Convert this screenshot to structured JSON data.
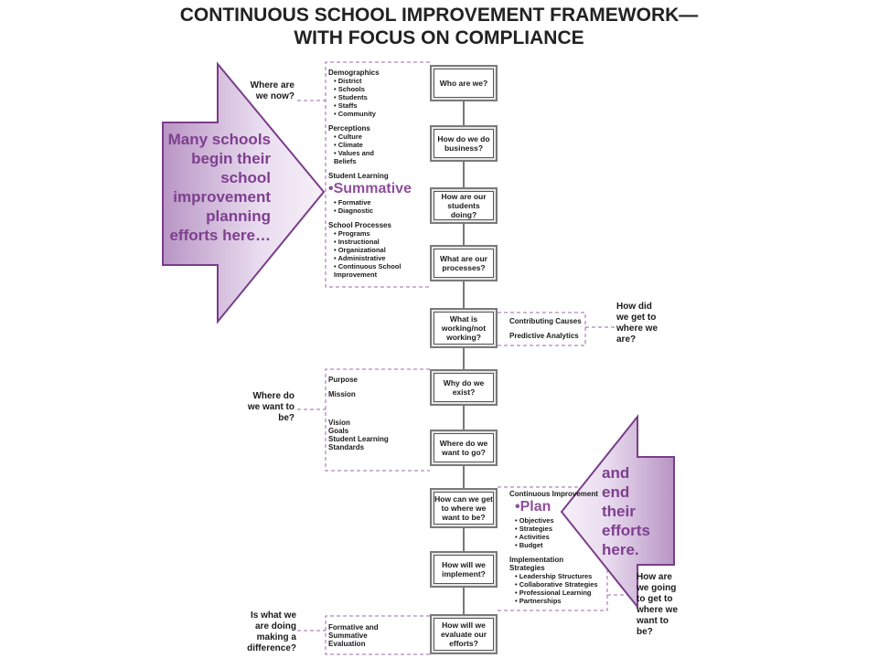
{
  "title": {
    "line1": "CONTINUOUS SCHOOL IMPROVEMENT FRAMEWORK—",
    "line2": "WITH FOCUS ON COMPLIANCE"
  },
  "nodes": {
    "who": "Who are we?",
    "business": "How do we do business?",
    "students": "How are our students doing?",
    "processes": "What are our processes?",
    "working": "What is working/not working?",
    "exist": "Why do we exist?",
    "go": "Where do we want to go?",
    "get": "How can we get to where we want to be?",
    "implement": "How will we implement?",
    "evaluate": "How will we evaluate our efforts?"
  },
  "questions": {
    "now": "Where are we now?",
    "want": "Where do we want to be?",
    "difference": "Is what we are doing making a difference?",
    "howdid": "How did we get to where we are?",
    "howget": "How are we going to get to where we want to be?"
  },
  "left_arrow": "Many schools begin their school improvement planning efforts here…",
  "right_arrow": "and end their efforts here.",
  "data_groups": {
    "demographics": {
      "label": "Demographics",
      "items": [
        "District",
        "Schools",
        "Students",
        "Staffs",
        "Community"
      ]
    },
    "perceptions": {
      "label": "Perceptions",
      "items": [
        "Culture",
        "Climate",
        "Values and Beliefs"
      ]
    },
    "learning": {
      "label": "Student Learning",
      "highlight": "Summative",
      "items": [
        "Formative",
        "Diagnostic"
      ]
    },
    "processes": {
      "label": "School Processes",
      "items": [
        "Programs",
        "Instructional",
        "Organizational",
        "Administrative",
        "Continuous School Improvement"
      ]
    }
  },
  "causes": {
    "contributing": "Contributing Causes",
    "predictive": "Predictive Analytics"
  },
  "purpose": {
    "purpose": "Purpose",
    "mission": "Mission",
    "vision": "Vision",
    "goals": "Goals",
    "standards": "Student Learning Standards"
  },
  "plan": {
    "header": "Continuous Improvement",
    "highlight": "Plan",
    "items": [
      "Objectives",
      "Strategies",
      "Activities",
      "Budget"
    ],
    "impl_label": "Implementation Strategies",
    "impl_items": [
      "Leadership Structures",
      "Collaborative Strategies",
      "Professional Learning",
      "Partnerships"
    ]
  },
  "evaluation": "Formative and Summative Evaluation",
  "colors": {
    "accent": "#8e4f9b",
    "arrow_dark": "#7a3d8a",
    "arrow_light": "#f3eaf6",
    "dashed": "#9b6aab",
    "box_border": "#7a7a7a"
  }
}
